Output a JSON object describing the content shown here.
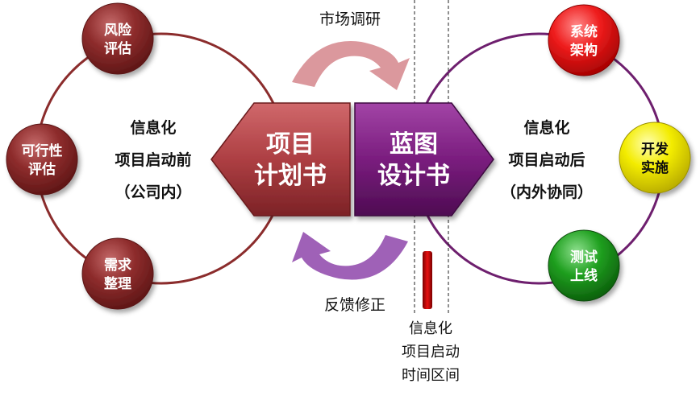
{
  "arrows": {
    "top_label": "市场调研",
    "bottom_label": "反馈修正"
  },
  "left": {
    "center_lines": [
      "信息化",
      "项目启动前",
      "（公司内）"
    ],
    "nodes": [
      {
        "lines": [
          "风险",
          "评估"
        ],
        "color": "#8e2a2a"
      },
      {
        "lines": [
          "可行性",
          "评估"
        ],
        "color": "#8e2a2a"
      },
      {
        "lines": [
          "需求",
          "整理"
        ],
        "color": "#8e2a2a"
      }
    ]
  },
  "right": {
    "center_lines": [
      "信息化",
      "项目启动后",
      "（内外协同）"
    ],
    "nodes": [
      {
        "lines": [
          "系统",
          "架构"
        ],
        "color": "#e8141a"
      },
      {
        "lines": [
          "开发",
          "实施"
        ],
        "color": "#f2ea00"
      },
      {
        "lines": [
          "测试",
          "上线"
        ],
        "color": "#1f9a1f"
      }
    ]
  },
  "documents": {
    "plan": {
      "lines": [
        "项目",
        "计划书"
      ],
      "color": "#b4474b"
    },
    "blueprint": {
      "lines": [
        "蓝图",
        "设计书"
      ],
      "color": "#7a1d7e"
    }
  },
  "interval": {
    "lines": [
      "信息化",
      "项目启动",
      "时间区间"
    ]
  },
  "colors": {
    "left_ring": "#8b2c2c",
    "right_ring": "#6e1f6e",
    "top_arrow": "#d88f95",
    "bottom_arrow": "#9a59b3"
  }
}
